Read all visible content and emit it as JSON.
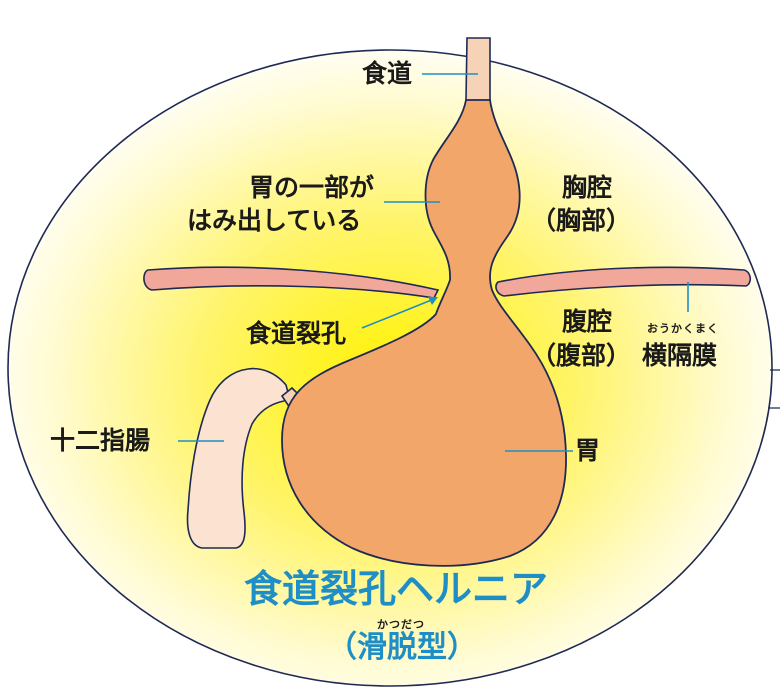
{
  "colors": {
    "accent": "#1e8fc6",
    "stomach": "#f2a66a",
    "esophagus_tube": "#f6d3b7",
    "duodenum": "#fbe2d1",
    "diaphragm": "#f2a79b",
    "glow_center": "#fff200",
    "outline": "#1e2a55"
  },
  "labels": {
    "esophagus": "食道",
    "stomach_part": [
      "胃の一部が",
      "はみ出している"
    ],
    "thoracic": [
      "胸腔",
      "（胸部）"
    ],
    "hiatus": "食道裂孔",
    "abdominal": [
      "腹腔",
      "（腹部）"
    ],
    "diaphragm_ruby": "おうかくまく",
    "diaphragm": "横隔膜",
    "duodenum": "十二指腸",
    "stomach": "胃"
  },
  "title": {
    "main": "食道裂孔ヘルニア",
    "ruby": "かつだつ",
    "sub": "（滑脱型）"
  }
}
